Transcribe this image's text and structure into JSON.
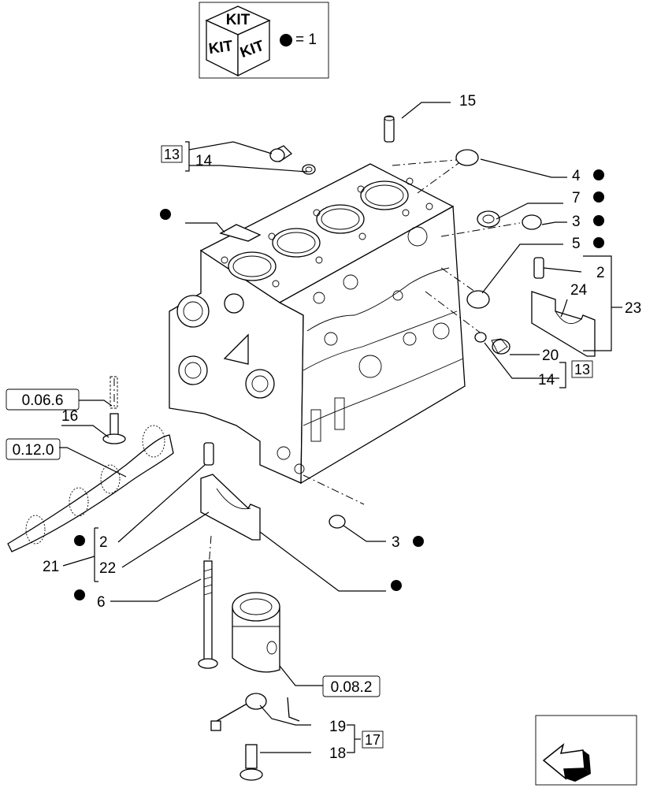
{
  "kit_legend": {
    "kit_word_top": "KIT",
    "kit_word_left": "KIT",
    "kit_word_right": "KIT",
    "equals_text": "= 1"
  },
  "callouts": {
    "c15": "15",
    "c13a": "13",
    "c14a": "14",
    "c4": "4",
    "c7": "7",
    "c3a": "3",
    "c5": "5",
    "c2a": "2",
    "c24": "24",
    "c23": "23",
    "c20": "20",
    "c13b": "13",
    "c14b": "14",
    "c16": "16",
    "c3b": "3",
    "c2b": "2",
    "c21": "21",
    "c22": "22",
    "c6": "6",
    "c19": "19",
    "c17": "17",
    "c18": "18"
  },
  "reference_boxes": {
    "r0066": "0.06.6",
    "r0120": "0.12.0",
    "r0082": "0.08.2"
  },
  "nav_icon": "next-page-arrow-icon"
}
